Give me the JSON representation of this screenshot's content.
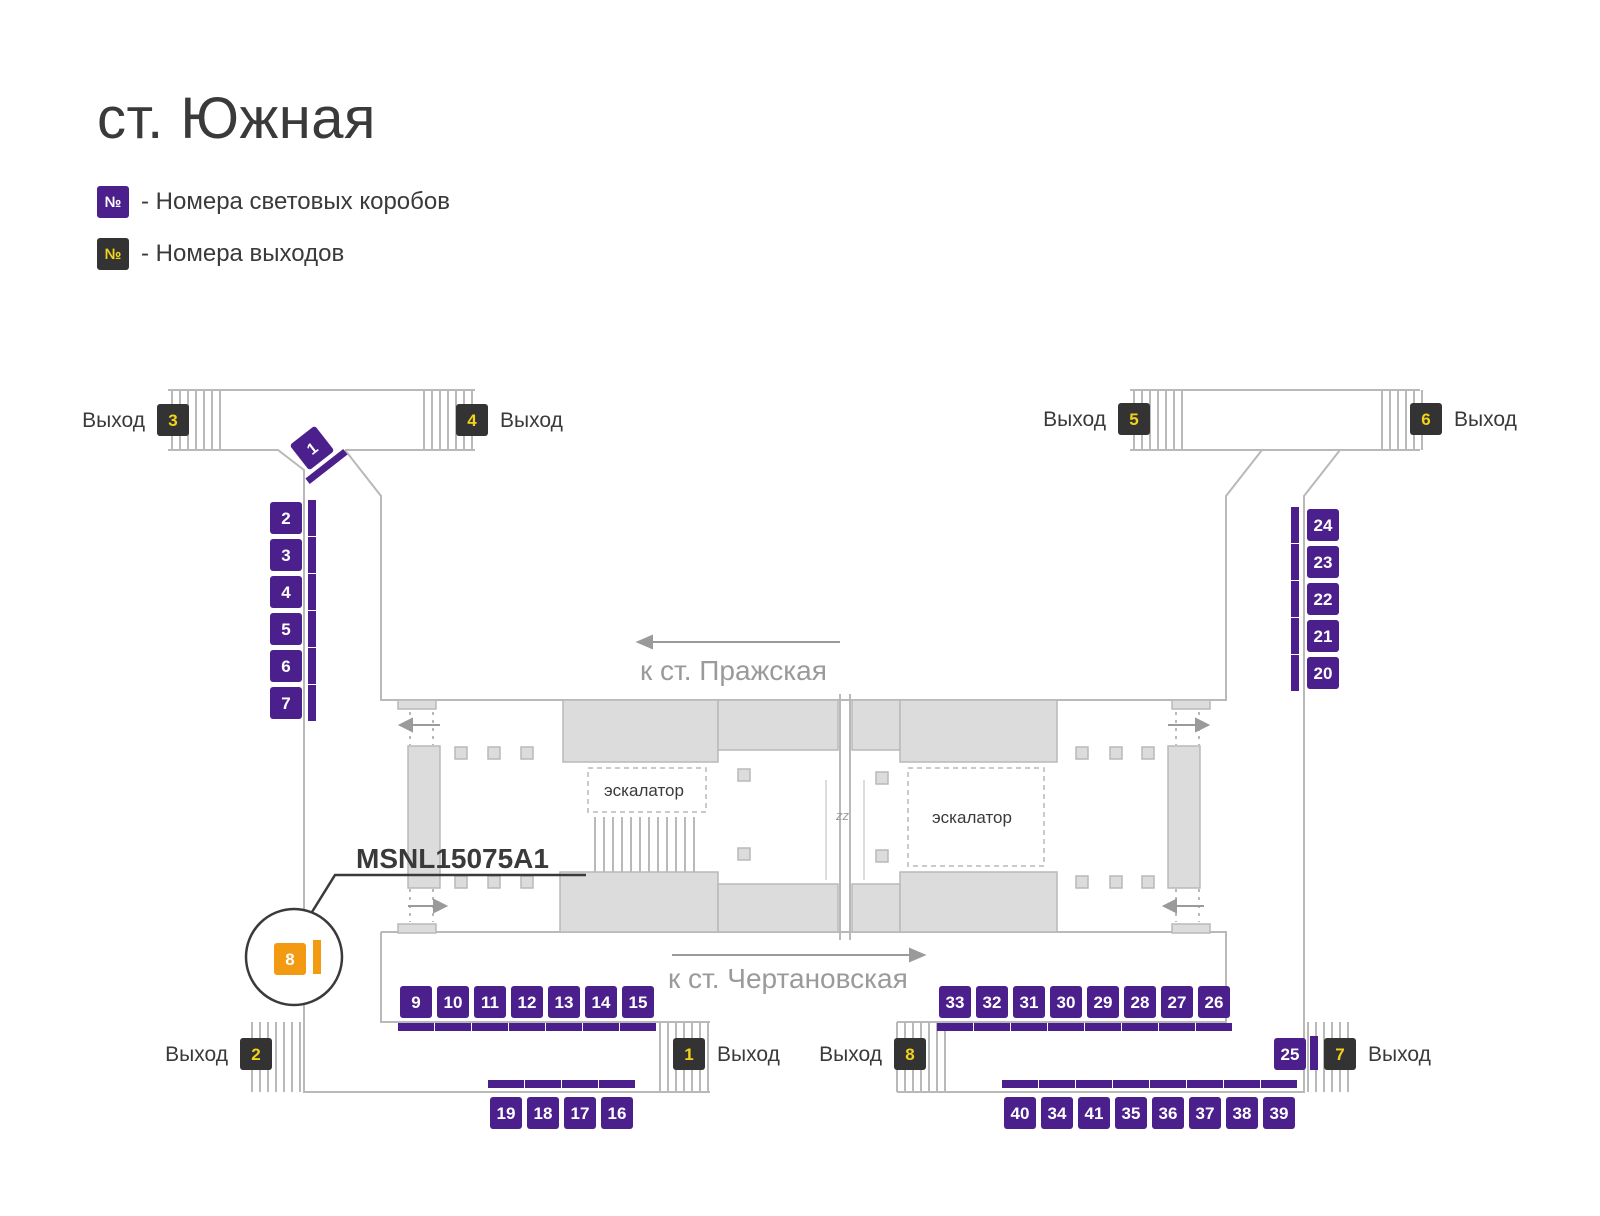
{
  "title": "ст. Южная",
  "legend": {
    "symbol": "№",
    "lightbox_label": "- Номера световых коробов",
    "exit_label": "- Номера выходов"
  },
  "colors": {
    "lightbox": "#4b1f8c",
    "exit": "#333333",
    "exit_number": "#f3d21a",
    "highlight": "#f29a12",
    "outline": "#b9b9b9",
    "block": "#dcdcdc",
    "text": "#3a3a3a"
  },
  "exit_word": "Выход",
  "directions": {
    "north": "к ст. Пражская",
    "south": "к ст. Чертановская"
  },
  "escalator_label": "эскалатор",
  "track_mark": "zz",
  "highlight": {
    "code": "MSNL15075A1",
    "lightbox": "8"
  },
  "exits": [
    "1",
    "2",
    "3",
    "4",
    "5",
    "6",
    "7",
    "8"
  ],
  "lightboxes": {
    "top_diag": "1",
    "left_column": [
      "2",
      "3",
      "4",
      "5",
      "6",
      "7"
    ],
    "right_column": [
      "24",
      "23",
      "22",
      "21",
      "20"
    ],
    "south_left_row": [
      "9",
      "10",
      "11",
      "12",
      "13",
      "14",
      "15"
    ],
    "south_right_row": [
      "33",
      "32",
      "31",
      "30",
      "29",
      "28",
      "27",
      "26"
    ],
    "bottom_left_row": [
      "19",
      "18",
      "17",
      "16"
    ],
    "bottom_right_row": [
      "40",
      "34",
      "41",
      "35",
      "36",
      "37",
      "38",
      "39"
    ],
    "side": "25"
  }
}
